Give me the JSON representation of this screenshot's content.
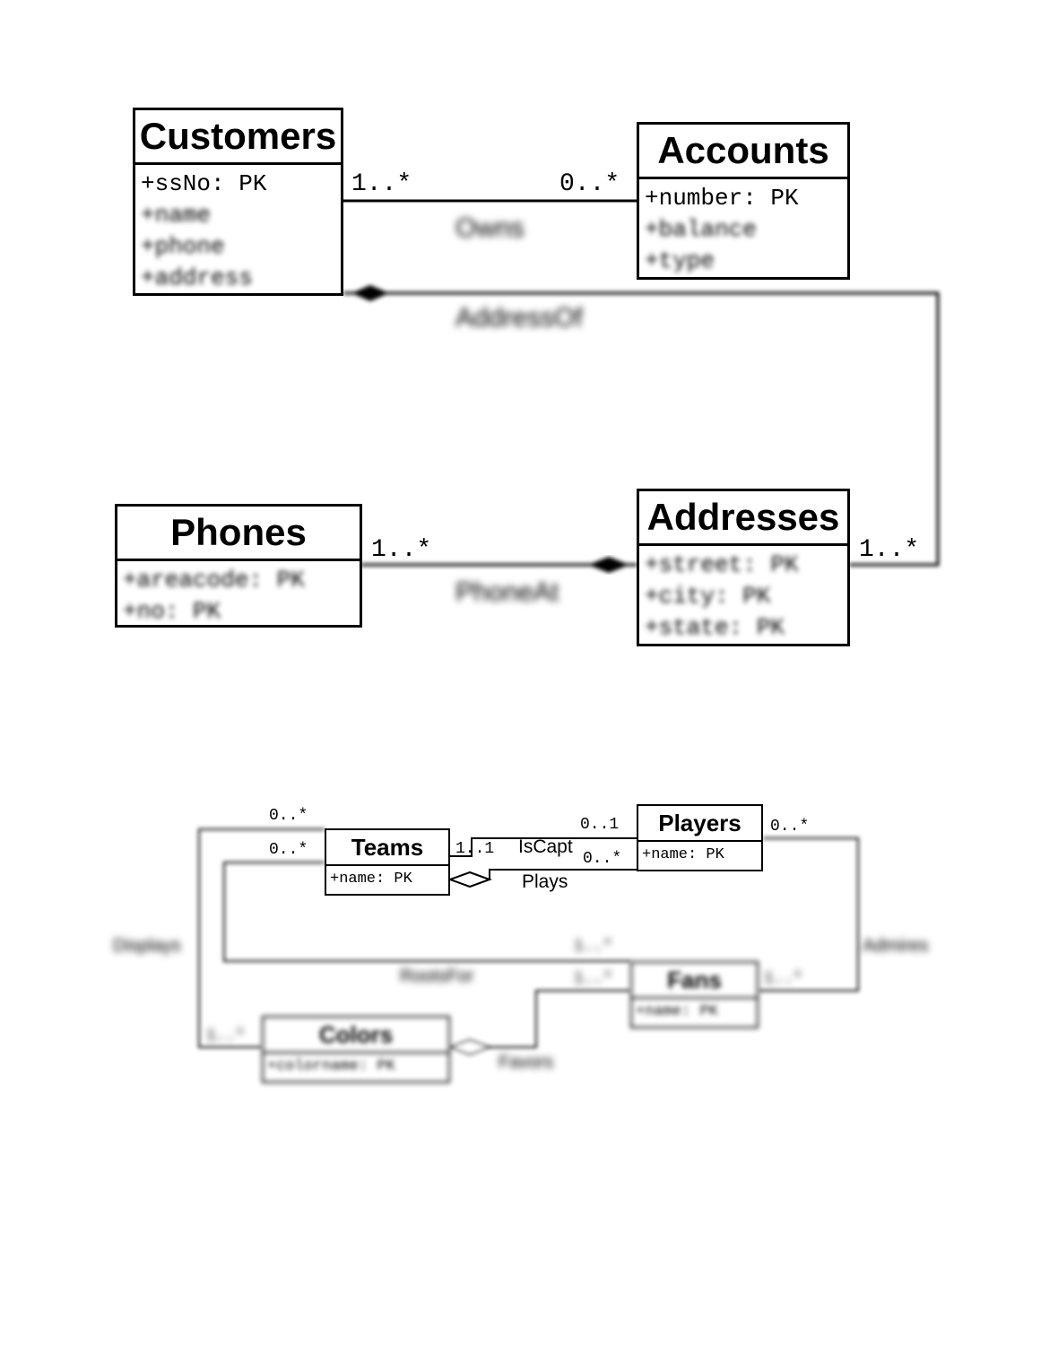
{
  "diagram1": {
    "classes": {
      "customers": {
        "name": "Customers",
        "attributes": [
          "+ssNo: PK",
          "+name",
          "+phone",
          "+address"
        ]
      },
      "accounts": {
        "name": "Accounts",
        "attributes": [
          "+number: PK",
          "+balance",
          "+type"
        ]
      },
      "phones": {
        "name": "Phones",
        "attributes": [
          "+areacode: PK",
          "+no: PK"
        ]
      },
      "addresses": {
        "name": "Addresses",
        "attributes": [
          "+street: PK",
          "+city: PK",
          "+state: PK"
        ]
      }
    },
    "associations": {
      "owns": {
        "label": "Owns",
        "mult_a": "1..*",
        "mult_b": "0..*"
      },
      "addressof": {
        "label": "AddressOf",
        "mult_b": "1..*"
      },
      "phoneat": {
        "label": "PhoneAt",
        "mult_a": "1..*"
      }
    }
  },
  "diagram2": {
    "classes": {
      "teams": {
        "name": "Teams",
        "attributes": [
          "+name: PK"
        ]
      },
      "players": {
        "name": "Players",
        "attributes": [
          "+name: PK"
        ]
      },
      "fans": {
        "name": "Fans",
        "attributes": [
          "+name: PK"
        ]
      },
      "colors": {
        "name": "Colors",
        "attributes": [
          "+colorname: PK"
        ]
      }
    },
    "associations": {
      "iscapt": {
        "label": "IsCapt",
        "mult_a": "1..1",
        "mult_b": "0..1"
      },
      "plays": {
        "label": "Plays",
        "mult_b": "0..*"
      },
      "displays": {
        "label": "Displays",
        "mult_a": "0..*",
        "mult_b": "1..*"
      },
      "rootsfor": {
        "label": "RootsFor",
        "mult_a": "0..*",
        "mult_b": "1..*"
      },
      "admires": {
        "label": "Admires",
        "mult_a": "0..*",
        "mult_b": "1..*"
      },
      "favors": {
        "label": "Favors",
        "mult_b": "1..*"
      }
    }
  }
}
